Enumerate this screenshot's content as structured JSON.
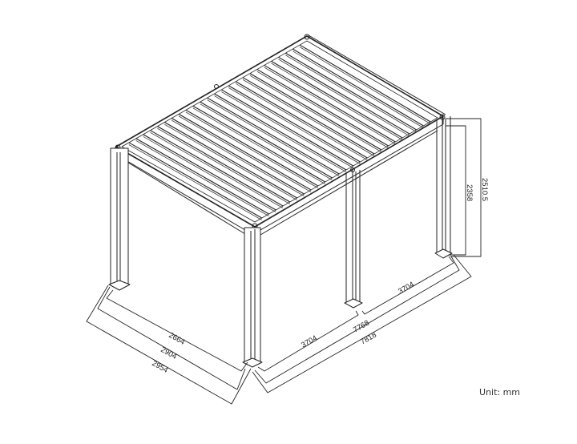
{
  "diagram": {
    "subject": "Louvered pergola isometric drawing",
    "unit_label": "Unit: mm",
    "dimensions": {
      "depth_inner": "2664",
      "depth_mid": "2904",
      "depth_outer": "2954",
      "width_bay_front": "3704",
      "width_bay_back": "3704",
      "width_inner_total": "7768",
      "width_outer_total": "7818",
      "clear_height": "2358",
      "overall_height": "2510.5"
    },
    "louver_count": 26,
    "colors": {
      "line": "#222222",
      "background": "#ffffff"
    }
  }
}
